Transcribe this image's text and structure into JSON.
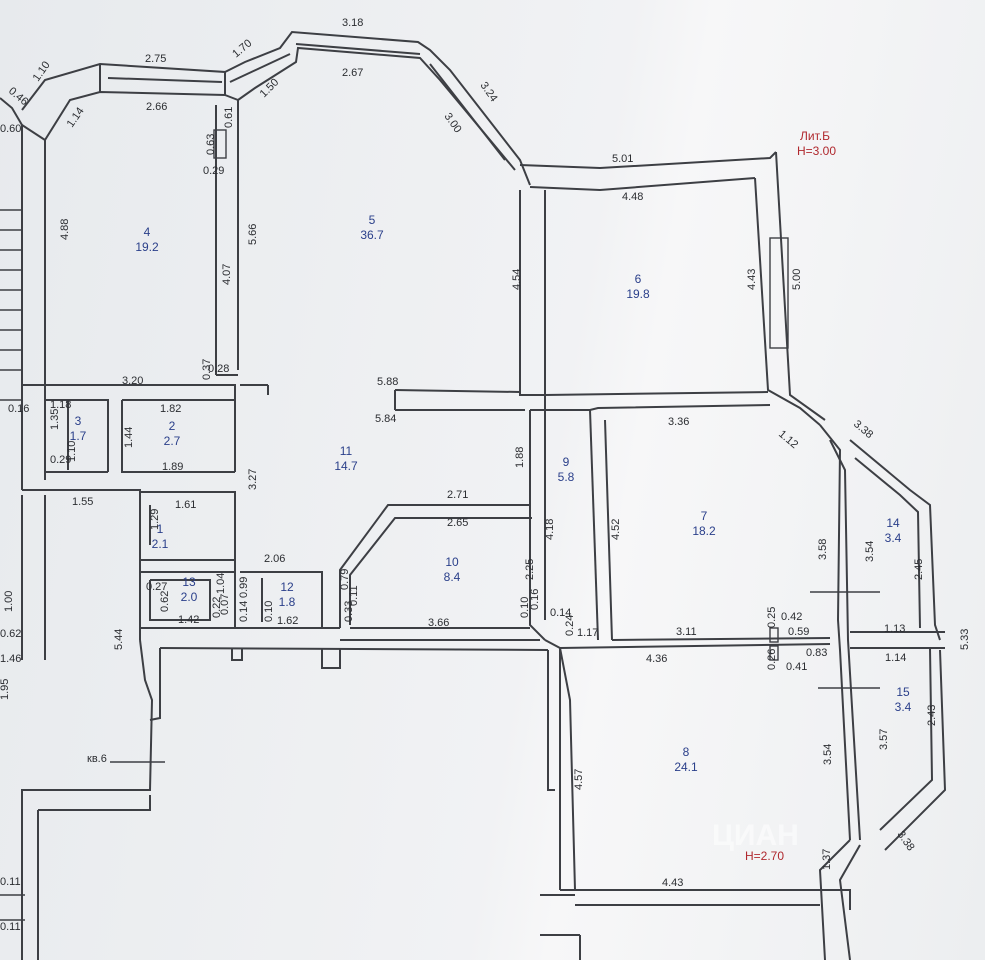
{
  "header": {
    "lit": "Лит.Б",
    "height": "H=3.00"
  },
  "height_note": "H=2.70",
  "apartment_label": "кв.6",
  "watermark": "ЦИАН",
  "rooms": [
    {
      "no": "1",
      "area": "2.1"
    },
    {
      "no": "2",
      "area": "2.7"
    },
    {
      "no": "3",
      "area": "1.7"
    },
    {
      "no": "4",
      "area": "19.2"
    },
    {
      "no": "5",
      "area": "36.7"
    },
    {
      "no": "6",
      "area": "19.8"
    },
    {
      "no": "7",
      "area": "18.2"
    },
    {
      "no": "8",
      "area": "24.1"
    },
    {
      "no": "9",
      "area": "5.8"
    },
    {
      "no": "10",
      "area": "8.4"
    },
    {
      "no": "11",
      "area": "14.7"
    },
    {
      "no": "12",
      "area": "1.8"
    },
    {
      "no": "13",
      "area": "2.0"
    },
    {
      "no": "14",
      "area": "3.4"
    },
    {
      "no": "15",
      "area": "3.4"
    }
  ],
  "dimensions": [
    "0.46",
    "1.10",
    "2.75",
    "1.70",
    "3.18",
    "2.67",
    "3.24",
    "1.50",
    "2.66",
    "1.14",
    "0.60",
    "0.63",
    "0.61",
    "0.29",
    "4.88",
    "5.66",
    "4.07",
    "3.00",
    "4.54",
    "5.01",
    "4.48",
    "4.43",
    "5.00",
    "0.37",
    "0.28",
    "3.20",
    "5.88",
    "5.84",
    "0.16",
    "1.18",
    "1.82",
    "1.44",
    "1.35",
    "0.29",
    "1.10",
    "1.89",
    "3.27",
    "1.88",
    "3.36",
    "1.12",
    "3.38",
    "1.55",
    "1.61",
    "2.71",
    "2.65",
    "1.29",
    "4.18",
    "4.52",
    "3.58",
    "3.54",
    "2.45",
    "2.06",
    "2.25",
    "0.27",
    "1.04",
    "0.79",
    "0.62",
    "0.07",
    "0.99",
    "0.22",
    "0.14",
    "0.10",
    "0.33",
    "0.11",
    "1.42",
    "1.62",
    "3.66",
    "0.10",
    "0.16",
    "0.14",
    "0.24",
    "1.17",
    "0.25",
    "0.42",
    "3.11",
    "0.59",
    "1.13",
    "5.33",
    "4.36",
    "0.26",
    "0.41",
    "0.83",
    "1.14",
    "1.00",
    "0.62",
    "1.46",
    "1.95",
    "5.44",
    "4.57",
    "3.54",
    "3.57",
    "2.43",
    "4.43",
    "1.37",
    "3.38",
    "0.11",
    "0.11"
  ]
}
